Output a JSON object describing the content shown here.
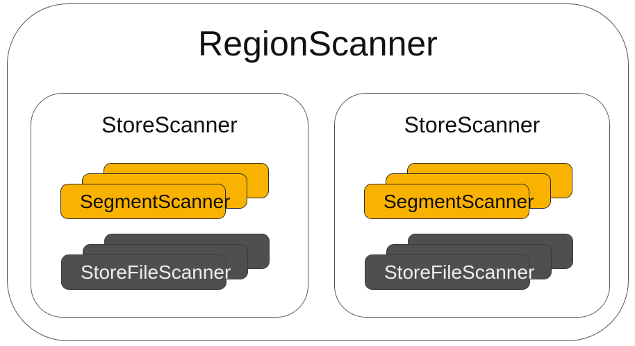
{
  "diagram": {
    "title": "RegionScanner",
    "colors": {
      "canvas_bg": "#FFFFFF",
      "box_fill": "#FFFFFF",
      "box_border": "#555555",
      "title_text": "#111111",
      "segment_fill": "#F9B200",
      "segment_border": "#2B2B2B",
      "segment_text": "#0D0D0D",
      "storefile_fill": "#4F4F4F",
      "storefile_border": "#3A3A3A",
      "storefile_text": "#EDEDED"
    },
    "store_scanners": [
      {
        "title": "StoreScanner",
        "segment_stack": {
          "label": "SegmentScanner",
          "card_count": 3
        },
        "storefile_stack": {
          "label": "StoreFileScanner",
          "card_count": 3
        }
      },
      {
        "title": "StoreScanner",
        "segment_stack": {
          "label": "SegmentScanner",
          "card_count": 3
        },
        "storefile_stack": {
          "label": "StoreFileScanner",
          "card_count": 3
        }
      }
    ]
  }
}
